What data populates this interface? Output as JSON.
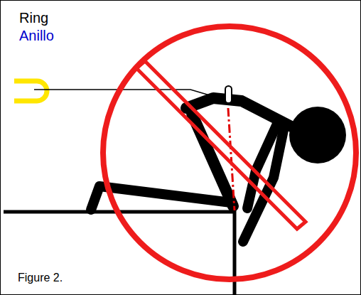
{
  "diagram": {
    "caption": "Figure 2.",
    "labels": [
      "Ring",
      "Anillo"
    ]
  }
}
